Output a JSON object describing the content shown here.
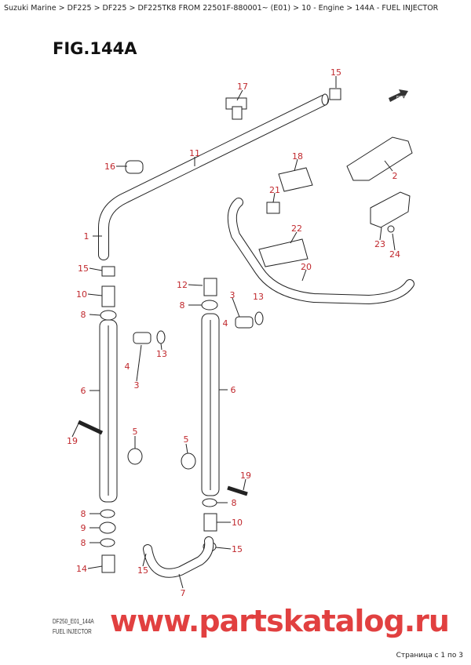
{
  "breadcrumb": "Suzuki Marine > DF225 > DF225 > DF225TK8 FROM 22501F-880001~ (E01) > 10 - Engine > 144A - FUEL INJECTOR",
  "figure_title": "FIG.144A",
  "drawing_code": "DF250_E01_144A",
  "caption": "FUEL INJECTOR",
  "pager": "Страница с 1 по 3",
  "watermark": "www.partskatalog.ru",
  "fwd_label": "FWD",
  "callout_color": "#c0282d",
  "callouts": [
    "15",
    "17",
    "11",
    "16",
    "18",
    "2",
    "21",
    "22",
    "1",
    "23",
    "24",
    "20",
    "15",
    "12",
    "3",
    "13",
    "10",
    "8",
    "8",
    "4",
    "13",
    "4",
    "3",
    "6",
    "6",
    "5",
    "5",
    "19",
    "19",
    "8",
    "8",
    "10",
    "9",
    "8",
    "15",
    "14",
    "15",
    "7"
  ]
}
